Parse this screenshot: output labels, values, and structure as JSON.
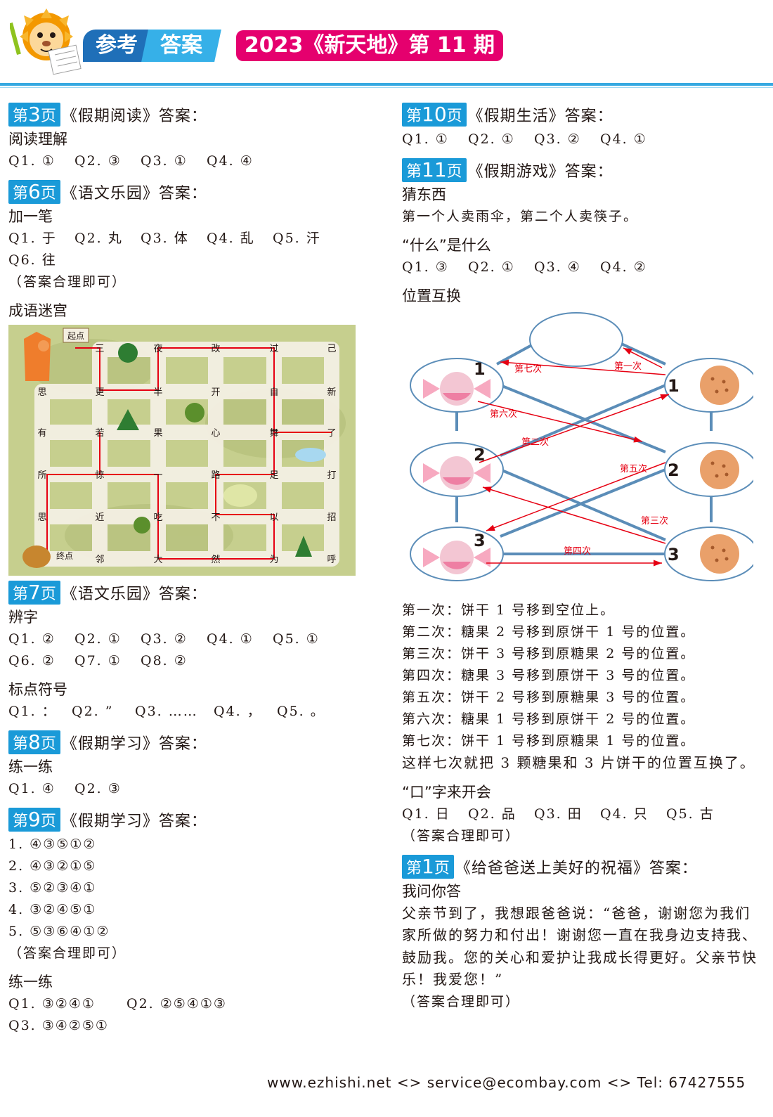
{
  "header": {
    "tab1": "参考",
    "tab2": "答案",
    "issue": "2023《新天地》第 11 期"
  },
  "left": {
    "p3": {
      "badge_pre": "第",
      "badge_num": "3",
      "badge_post": "页",
      "title": "《假期阅读》答案：",
      "sub": "阅读理解",
      "lines": [
        [
          "Q1. ①",
          "Q2. ③",
          "Q3. ①",
          "Q4. ④"
        ]
      ]
    },
    "p6": {
      "badge_pre": "第",
      "badge_num": "6",
      "badge_post": "页",
      "title": "《语文乐园》答案：",
      "sub": "加一笔",
      "lines": [
        [
          "Q1. 于",
          "Q2. 丸",
          "Q3. 体",
          "Q4. 乱",
          "Q5. 汗"
        ],
        [
          "Q6. 往"
        ]
      ],
      "note": "（答案合理即可）",
      "sub2": "成语迷宫"
    },
    "maze": {
      "start": "起点",
      "end": "终点",
      "chars": [
        "三",
        "夜",
        "改",
        "过",
        "己",
        "思",
        "更",
        "半",
        "开",
        "自",
        "新",
        "有",
        "若",
        "果",
        "心",
        "舞",
        "了",
        "所",
        "惊",
        "一",
        "路",
        "足",
        "打",
        "思",
        "近",
        "吃",
        "不",
        "以",
        "招",
        "邻",
        "大",
        "然",
        "为",
        "呼"
      ]
    },
    "p7": {
      "badge_pre": "第",
      "badge_num": "7",
      "badge_post": "页",
      "title": "《语文乐园》答案：",
      "sub": "辨字",
      "lines": [
        [
          "Q1. ②",
          "Q2. ①",
          "Q3. ②",
          "Q4. ①",
          "Q5. ①"
        ],
        [
          "Q6. ②",
          "Q7. ①",
          "Q8. ②"
        ]
      ],
      "sub2": "标点符号",
      "lines2": [
        [
          "Q1. ：",
          "Q2. ”",
          "Q3. ……",
          "Q4. ，",
          "Q5. 。"
        ]
      ]
    },
    "p8": {
      "badge_pre": "第",
      "badge_num": "8",
      "badge_post": "页",
      "title": "《假期学习》答案：",
      "sub": "练一练",
      "lines": [
        [
          "Q1. ④",
          "Q2. ③"
        ]
      ]
    },
    "p9": {
      "badge_pre": "第",
      "badge_num": "9",
      "badge_post": "页",
      "title": "《假期学习》答案：",
      "lines": [
        "1. ④③⑤①②",
        "2. ④③②①⑤",
        "3. ⑤②③④①",
        "4. ③②④⑤①",
        "5. ⑤③⑥④①②"
      ],
      "note": "（答案合理即可）",
      "sub2": "练一练",
      "lines2": [
        [
          "Q1. ③②④①",
          "Q2. ②⑤④①③"
        ],
        [
          "Q3. ③④②⑤①"
        ]
      ]
    }
  },
  "right": {
    "p10": {
      "badge_pre": "第",
      "badge_num": "10",
      "badge_post": "页",
      "title": "《假期生活》答案：",
      "lines": [
        [
          "Q1. ①",
          "Q2. ①",
          "Q3. ②",
          "Q4. ①"
        ]
      ]
    },
    "p11": {
      "badge_pre": "第",
      "badge_num": "11",
      "badge_post": "页",
      "title": "《假期游戏》答案：",
      "sub": "猜东西",
      "text1": "第一个人卖雨伞，第二个人卖筷子。",
      "sub2": "“什么”是什么",
      "lines": [
        [
          "Q1. ③",
          "Q2. ①",
          "Q3. ④",
          "Q4. ②"
        ]
      ],
      "sub3": "位置互换",
      "steps": [
        "第一次：饼干 1 号移到空位上。",
        "第二次：糖果 2 号移到原饼干 1 号的位置。",
        "第三次：饼干 3 号移到原糖果 2 号的位置。",
        "第四次：糖果 3 号移到原饼干 3 号的位置。",
        "第五次：饼干 2 号移到原糖果 3 号的位置。",
        "第六次：糖果 1 号移到原饼干 2 号的位置。",
        "第七次：饼干 1 号移到原糖果 1 号的位置。"
      ],
      "summary": "这样七次就把 3 颗糖果和 3 片饼干的位置互换了。",
      "sub4": "“口”字来开会",
      "lines2": [
        [
          "Q1. 日",
          "Q2. 品",
          "Q3. 田",
          "Q4. 只",
          "Q5. 古"
        ]
      ],
      "note": "（答案合理即可）"
    },
    "swap": {
      "labels": [
        "1",
        "2",
        "3",
        "1",
        "2",
        "3"
      ],
      "moves": [
        "第一次",
        "第二次",
        "第三次",
        "第四次",
        "第五次",
        "第六次",
        "第七次"
      ]
    },
    "p1": {
      "badge_pre": "第",
      "badge_num": "1",
      "badge_post": "页",
      "title": "《给爸爸送上美好的祝福》答案：",
      "sub": "我问你答",
      "text": "父亲节到了，我想跟爸爸说：“爸爸，谢谢您为我们家所做的努力和付出！谢谢您一直在我身边支持我、鼓励我。您的关心和爱护让我成长得更好。父亲节快乐！我爱您！”",
      "note": "（答案合理即可）"
    }
  },
  "footer": {
    "text": "www.ezhishi.net  <>  service@ecombay.com  <>  Tel: 67427555"
  },
  "colors": {
    "accent_blue": "#1a9ad8",
    "issue_pink": "#e5006e",
    "path_red": "#e60012"
  }
}
